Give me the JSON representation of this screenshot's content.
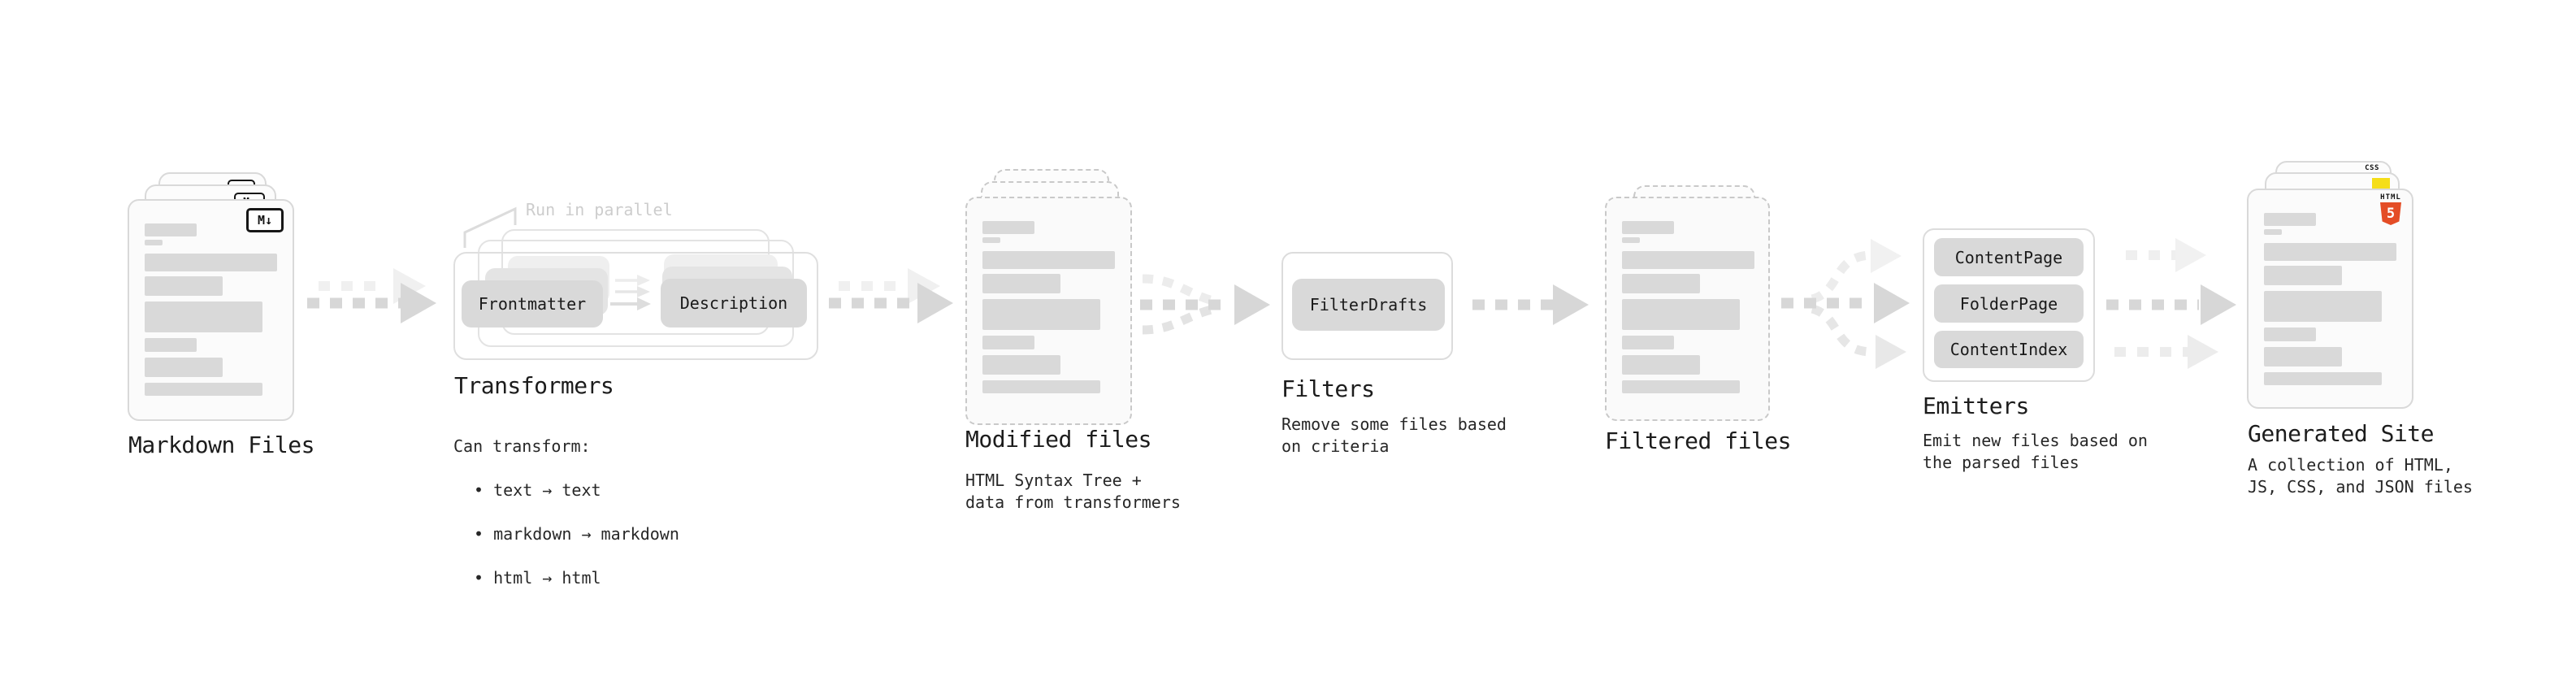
{
  "stages": {
    "markdown_files": {
      "label": "Markdown Files",
      "file_badge": "M↓"
    },
    "transformers": {
      "label": "Transformers",
      "annotation": "Run in parallel",
      "input_node": "Frontmatter",
      "output_node": "Description",
      "description_heading": "Can transform:",
      "bullets": [
        "• text → text",
        "• markdown → markdown",
        "• html → html"
      ]
    },
    "modified_files": {
      "label": "Modified files",
      "description": "HTML Syntax Tree +\ndata from transformers"
    },
    "filters": {
      "label": "Filters",
      "node": "FilterDrafts",
      "description": "Remove some files based\non criteria"
    },
    "filtered_files": {
      "label": "Filtered files"
    },
    "emitters": {
      "label": "Emitters",
      "nodes": [
        "ContentPage",
        "FolderPage",
        "ContentIndex"
      ],
      "description": "Emit new files based on\nthe parsed files"
    },
    "generated_site": {
      "label": "Generated Site",
      "description": "A collection of HTML,\nJS, CSS, and JSON files",
      "css_badge": "CSS",
      "html_badge": "HTML",
      "html_badge_number": "5"
    }
  },
  "colors": {
    "arrow_dark": "#d7d7d7",
    "arrow_light": "#f0f0f0",
    "node_fill": "#d9d9d9",
    "css_blue": "#2965f1",
    "js_yellow": "#f5de19",
    "html5_orange": "#e44d26"
  }
}
